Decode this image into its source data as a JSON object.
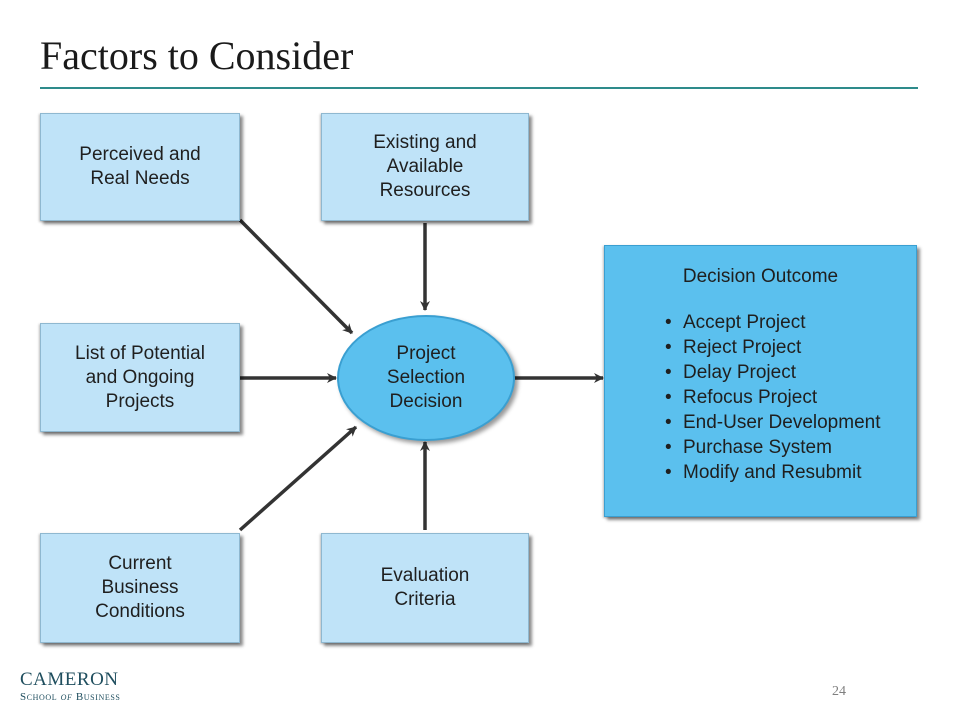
{
  "slide": {
    "title": "Factors to Consider",
    "page_number": "24"
  },
  "diagram": {
    "inputs": {
      "perceived_needs": "Perceived and\nReal Needs",
      "potential_projects": "List of Potential\nand Ongoing\nProjects",
      "business_conditions": "Current\nBusiness\nConditions",
      "resources": "Existing and\nAvailable\nResources",
      "evaluation_criteria": "Evaluation\nCriteria"
    },
    "center": "Project\nSelection\nDecision",
    "outcome": {
      "title": "Decision Outcome",
      "bullet": "•",
      "items": [
        "Accept Project",
        "Reject Project",
        "Delay Project",
        "Refocus Project",
        "End-User Development",
        "Purchase System",
        "Modify and Resubmit"
      ]
    },
    "colors": {
      "input_box_fill": "#bfe3f8",
      "decision_fill": "#5bc0ee",
      "arrow": "#333333",
      "title_rule": "#2e8b8b"
    }
  },
  "footer": {
    "logo_main": "CAMERON",
    "logo_sub_prefix": "School ",
    "logo_sub_of": "of",
    "logo_sub_suffix": " Business"
  }
}
